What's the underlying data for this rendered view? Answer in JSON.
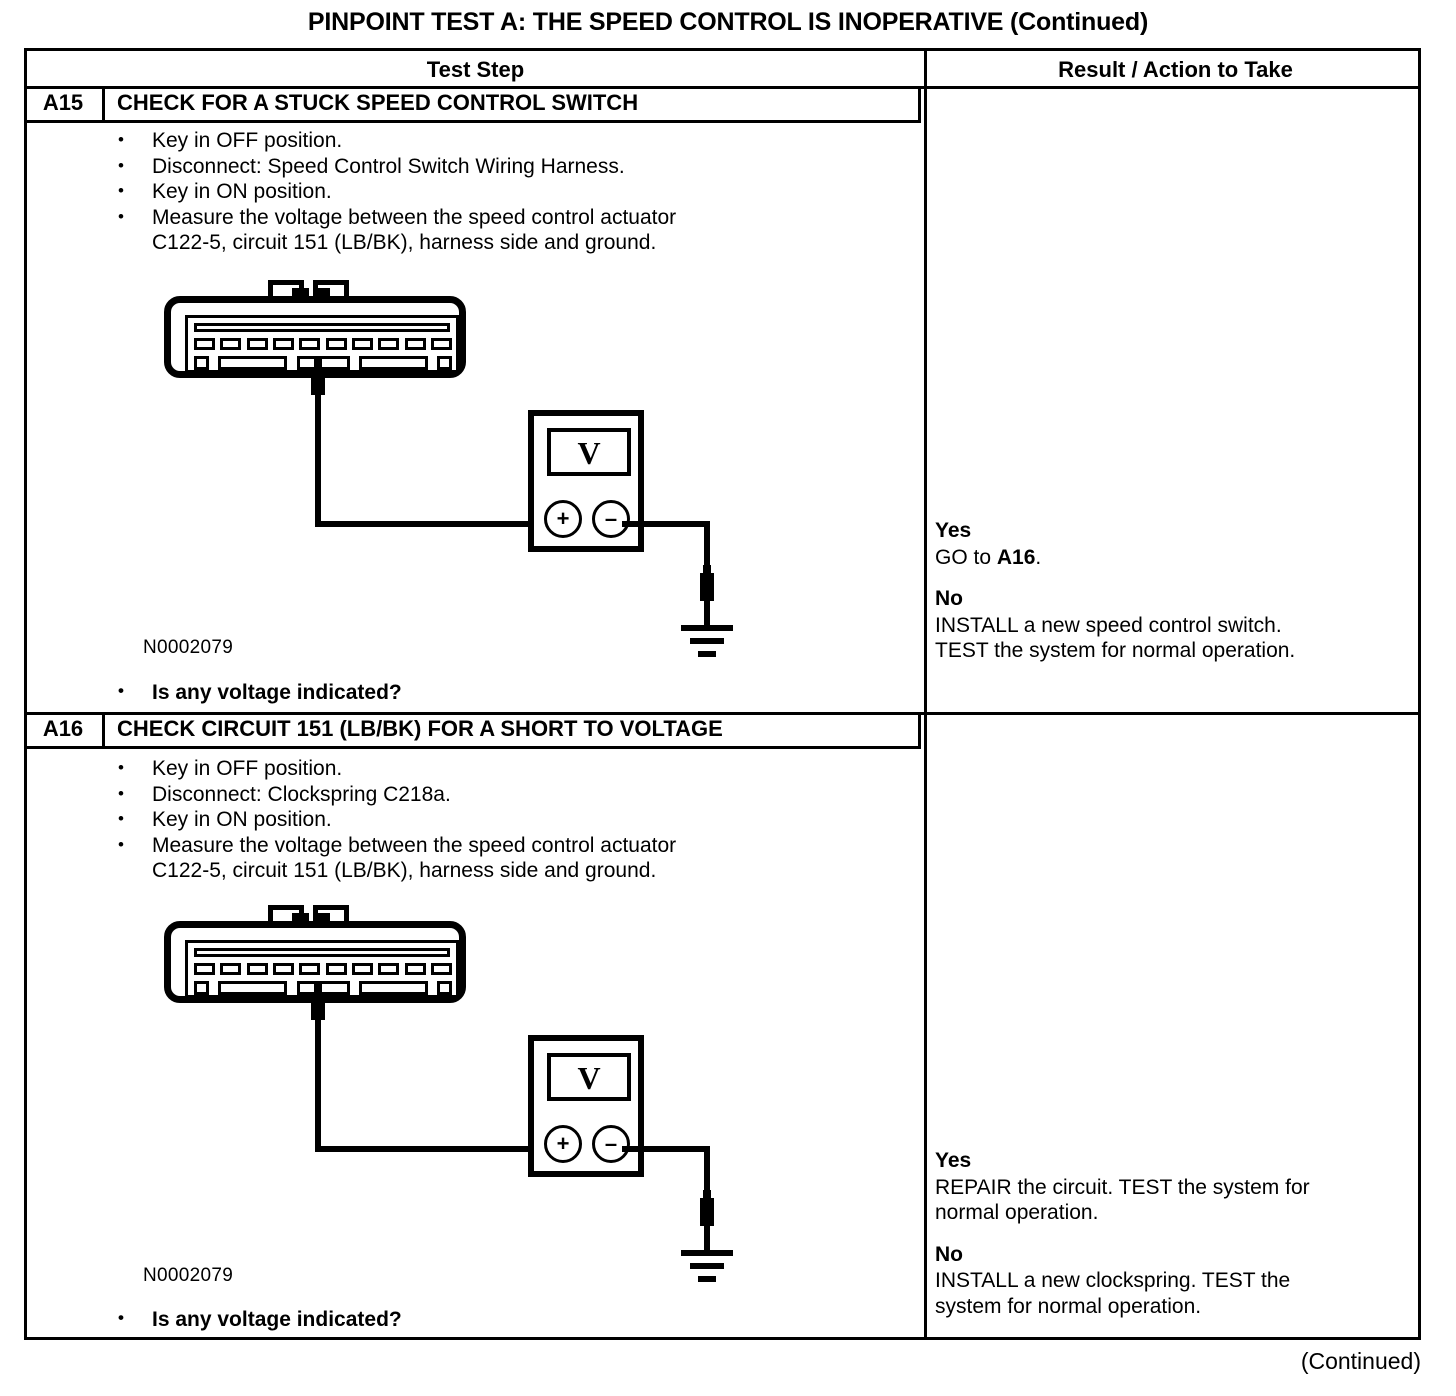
{
  "page": {
    "title": "PINPOINT TEST  A: THE SPEED CONTROL IS INOPERATIVE (Continued)",
    "footer": "(Continued)"
  },
  "table": {
    "headers": {
      "step": "Test Step",
      "result": "Result / Action to Take"
    },
    "rows": [
      {
        "id": "A15",
        "title": "CHECK FOR A STUCK SPEED CONTROL SWITCH",
        "bullets": [
          "Key in OFF position.",
          "Disconnect: Speed Control Switch Wiring Harness.",
          "Key in ON position.",
          "Measure the voltage between the speed control actuator"
        ],
        "bullet4_cont": "C122-5, circuit 151 (LB/BK), harness side and ground.",
        "figure_ref": "N0002079",
        "question": "Is any voltage indicated?",
        "results": [
          {
            "label": "Yes",
            "text_before": "GO to ",
            "text_bold": "A16",
            "text_after": "."
          },
          {
            "label": "No",
            "line1": "INSTALL a new speed control switch.",
            "line2": "TEST the system for normal operation."
          }
        ]
      },
      {
        "id": "A16",
        "title": "CHECK CIRCUIT 151 (LB/BK) FOR A SHORT TO VOLTAGE",
        "bullets": [
          "Key in OFF position.",
          "Disconnect: Clockspring C218a.",
          "Key in ON position.",
          "Measure the voltage between the speed control actuator"
        ],
        "bullet4_cont": "C122-5, circuit 151 (LB/BK), harness side and ground.",
        "figure_ref": "N0002079",
        "question": "Is any voltage indicated?",
        "results": [
          {
            "label": "Yes",
            "line1": "REPAIR the circuit. TEST the system for",
            "line2": "normal operation."
          },
          {
            "label": "No",
            "line1": "INSTALL a new clockspring. TEST the",
            "line2": "system for normal operation."
          }
        ]
      }
    ]
  },
  "diagram": {
    "meter_display": "V",
    "terminal_positive": "+",
    "terminal_negative": "–",
    "connector_pin_count": 10,
    "ground_symbol": "earth-ground"
  },
  "colors": {
    "ink": "#000000",
    "paper": "#ffffff"
  }
}
